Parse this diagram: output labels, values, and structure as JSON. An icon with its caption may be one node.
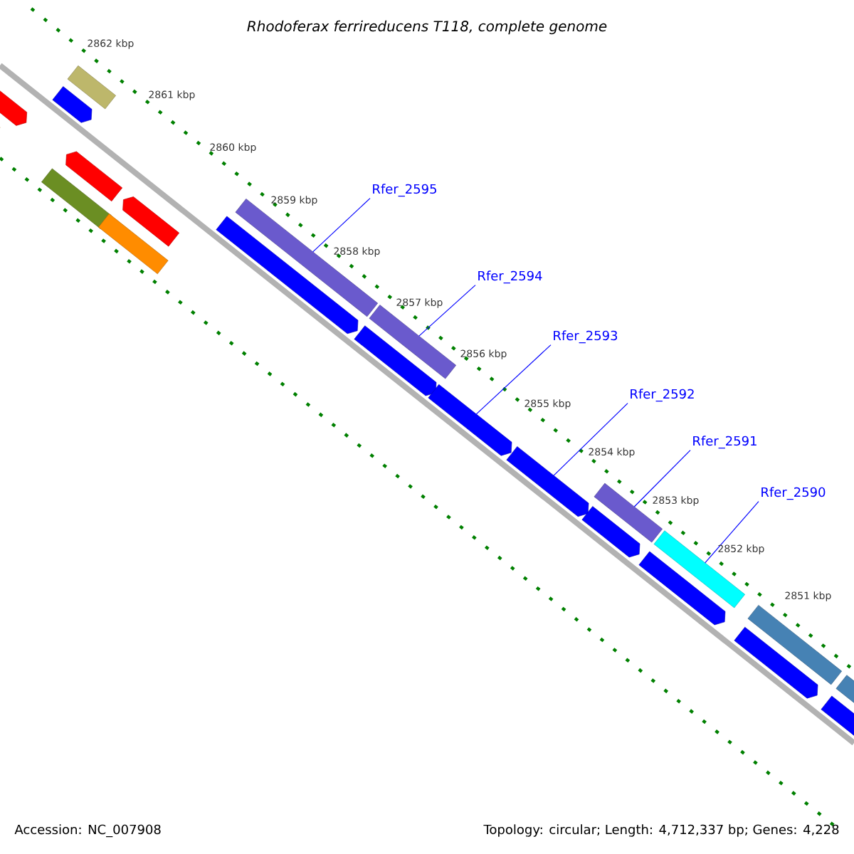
{
  "diagram": {
    "title": "Rhodoferax ferrireducens T118, complete genome",
    "nodes": [
      {
        "text": [
          "Rfer_2595"
        ]
      },
      {
        "text": [
          "Rfer_2594"
        ]
      },
      {
        "text": [
          "Rfer_2593"
        ]
      },
      {
        "text": [
          "Rfer_2592"
        ]
      },
      {
        "text": [
          "Rfer_2591"
        ]
      },
      {
        "text": [
          "Rfer_2590"
        ]
      },
      {
        "text": [],
        "shape": "bar"
      },
      {
        "text": [],
        "shape": "bar"
      },
      {
        "text": [],
        "shape": "bar"
      },
      {
        "text": [],
        "shape": "bar"
      },
      {
        "text": [],
        "shape": "bar"
      },
      {
        "text": [],
        "shape": "bar"
      },
      {
        "text": [],
        "shape": "bar"
      },
      {
        "text": [],
        "shape": "bar"
      },
      {
        "text": [],
        "shape": "bar"
      },
      {
        "text": [],
        "shape": "bar"
      },
      {
        "text": [],
        "shape": "bar"
      },
      {
        "text": [],
        "shape": "bar"
      },
      {
        "text": [],
        "shape": "bar"
      },
      {
        "text": [],
        "shape": "bar"
      },
      {
        "text": [],
        "shape": "bar"
      },
      {
        "text": [],
        "shape": "bar"
      },
      {
        "text": [],
        "shape": "bar"
      },
      {
        "text": [],
        "shape": "bar"
      },
      {
        "text": [],
        "shape": "bar"
      },
      {
        "text": [],
        "shape": "bar"
      },
      {
        "text": [],
        "shape": "bar"
      },
      {
        "text": [],
        "shape": "bar"
      }
    ],
    "edges": [
      {
        "from": 0,
        "to": 15,
        "arrow": "none"
      },
      {
        "from": 1,
        "to": 17,
        "arrow": "none"
      },
      {
        "from": 2,
        "to": 18,
        "arrow": "none"
      },
      {
        "from": 3,
        "to": 19,
        "arrow": "none"
      },
      {
        "from": 4,
        "to": 21,
        "arrow": "none"
      },
      {
        "from": 5,
        "to": 23,
        "arrow": "none"
      }
    ],
    "labels": [
      "2862 kbp",
      "2861 kbp",
      "2860 kbp",
      "2859 kbp",
      "2858 kbp",
      "2857 kbp",
      "2856 kbp",
      "2855 kbp",
      "2854 kbp",
      "2853 kbp",
      "2852 kbp",
      "2851 kbp",
      "Accession: NC_007908",
      "Topology: circular; Length: 4,712,337 bp; Genes: 4,228"
    ]
  }
}
